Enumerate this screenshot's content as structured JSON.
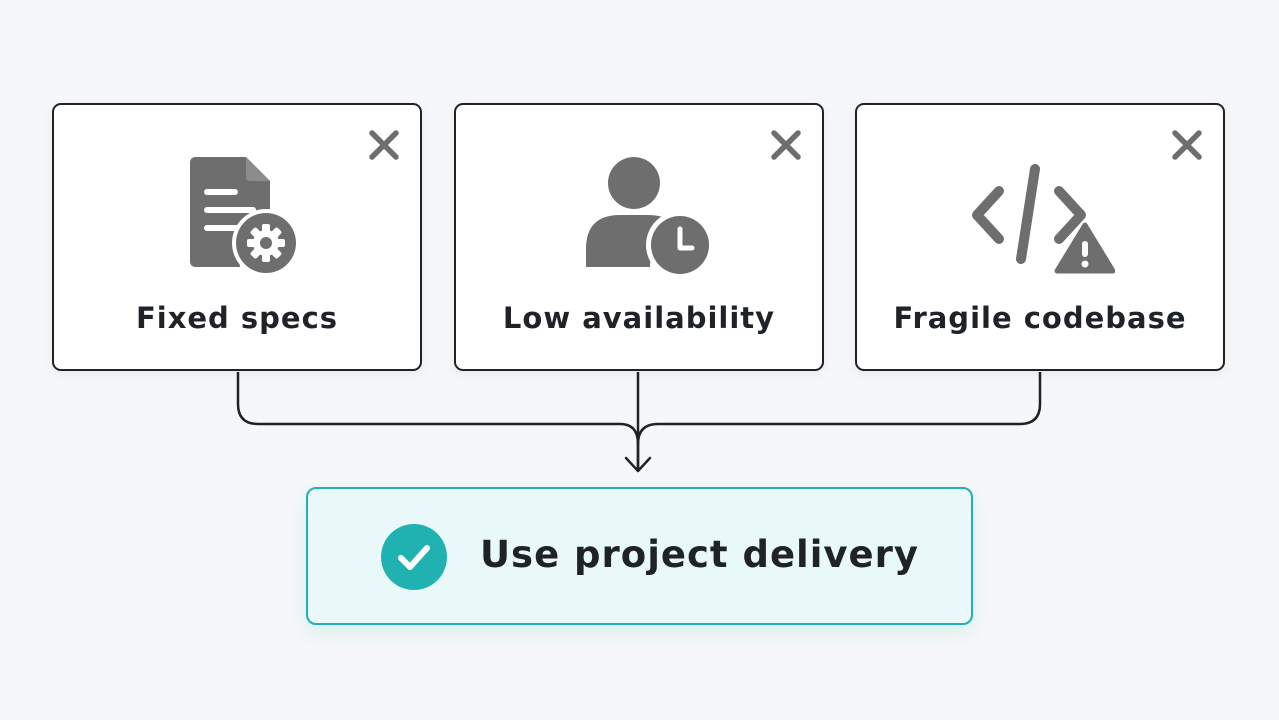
{
  "cards": [
    {
      "label": "Fixed specs",
      "icon": "document-gear-icon",
      "status_icon": "close-icon"
    },
    {
      "label": "Low availability",
      "icon": "user-clock-icon",
      "status_icon": "close-icon"
    },
    {
      "label": "Fragile codebase",
      "icon": "code-warning-icon",
      "status_icon": "close-icon"
    }
  ],
  "result": {
    "label": "Use project delivery",
    "icon": "check-circle-icon"
  },
  "colors": {
    "card_border": "#1f2328",
    "icon_gray": "#6e6e6e",
    "accent_teal": "#20b2b0",
    "result_fill": "#e9f8f8"
  }
}
